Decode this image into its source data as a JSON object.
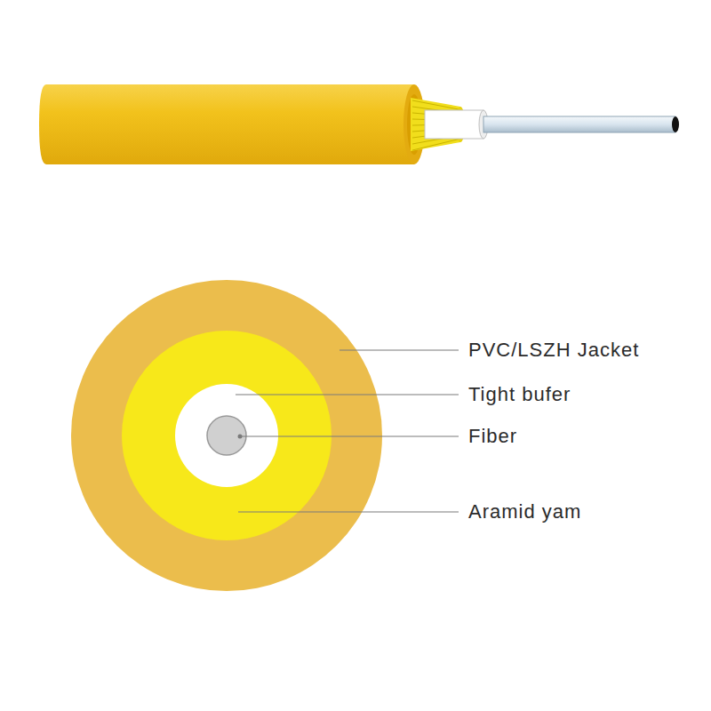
{
  "diagram": {
    "labels": [
      "PVC/LSZH Jacket",
      "Tight bufer",
      "Fiber",
      "Aramid yam"
    ]
  }
}
